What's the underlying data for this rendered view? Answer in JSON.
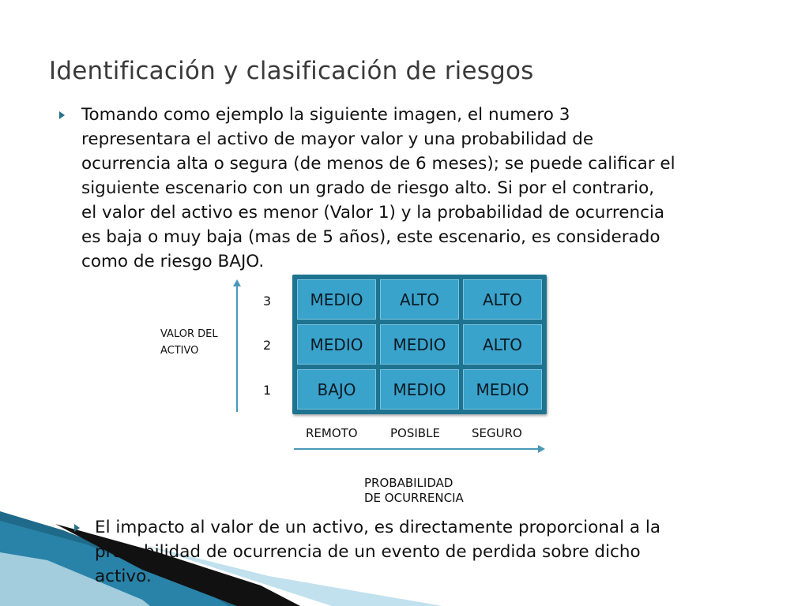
{
  "title": "Identificación y clasificación de riesgos",
  "bullet1": [
    "Tomando como ejemplo la siguiente imagen, el numero 3",
    "representara el activo de mayor valor y una probabilidad de",
    "ocurrencia alta o segura (de menos de 6 meses); se puede calificar el",
    "siguiente escenario con un grado de riesgo alto. Si por el contrario,",
    "el valor del activo es menor (Valor 1) y la probabilidad de ocurrencia",
    "es baja o muy baja (mas de 5 años), este escenario, es considerado",
    "como de riesgo BAJO."
  ],
  "matrix": {
    "y_axis_label": [
      "VALOR DEL",
      "ACTIVO"
    ],
    "row_labels": [
      "3",
      "2",
      "1"
    ],
    "rows": [
      [
        "MEDIO",
        "ALTO",
        "ALTO"
      ],
      [
        "MEDIO",
        "MEDIO",
        "ALTO"
      ],
      [
        "BAJO",
        "MEDIO",
        "MEDIO"
      ]
    ],
    "col_labels": [
      "REMOTO",
      "POSIBLE",
      "SEGURO"
    ],
    "x_axis_label": [
      "PROBABILIDAD",
      "DE OCURRENCIA"
    ]
  },
  "bullet2": [
    "El impacto al valor de un activo, es directamente proporcional a la",
    "probabilidad de ocurrencia de un evento de perdida sobre dicho",
    "activo."
  ],
  "colors": {
    "accent": "#2b6f8a",
    "matrix_bg": "#1d7390",
    "cell": "#3aa3cc",
    "axis": "#4a98b8"
  }
}
